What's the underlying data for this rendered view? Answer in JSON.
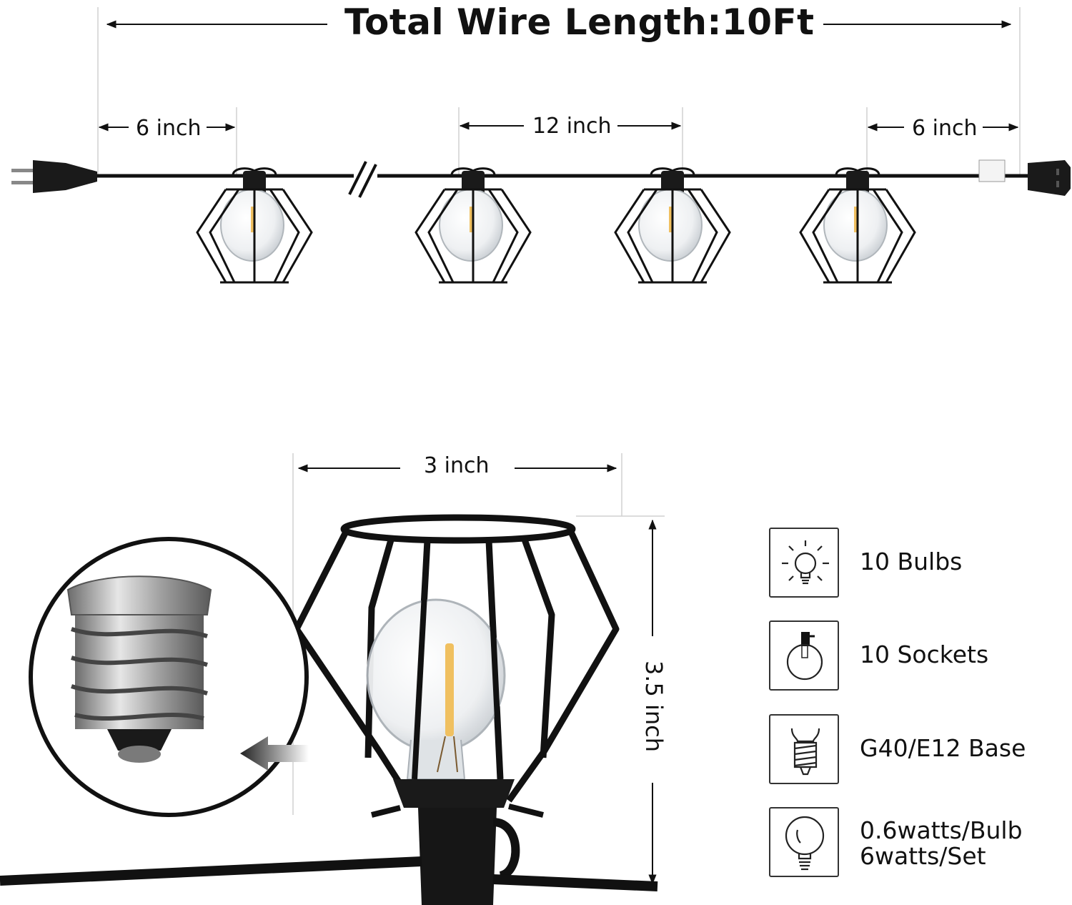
{
  "dimensions": {
    "total_length": "Total Wire Length:10Ft",
    "end_spacing_left": "6 inch",
    "bulb_spacing": "12 inch",
    "end_spacing_right": "6 inch",
    "cage_width": "3 inch",
    "cage_height": "3.5 inch"
  },
  "specs": {
    "bulbs": {
      "icon": "bulb-light-icon",
      "label": "10 Bulbs"
    },
    "sockets": {
      "icon": "socket-bulb-icon",
      "label": "10 Sockets"
    },
    "base": {
      "icon": "screw-base-icon",
      "label": "G40/E12 Base"
    },
    "power": {
      "icon": "globe-bulb-icon",
      "line1": "0.6watts/Bulb",
      "line2": "6watts/Set"
    }
  },
  "colors": {
    "wire": "#111111",
    "filament": "#f0c060",
    "metal_base": "#a8a8a8"
  }
}
